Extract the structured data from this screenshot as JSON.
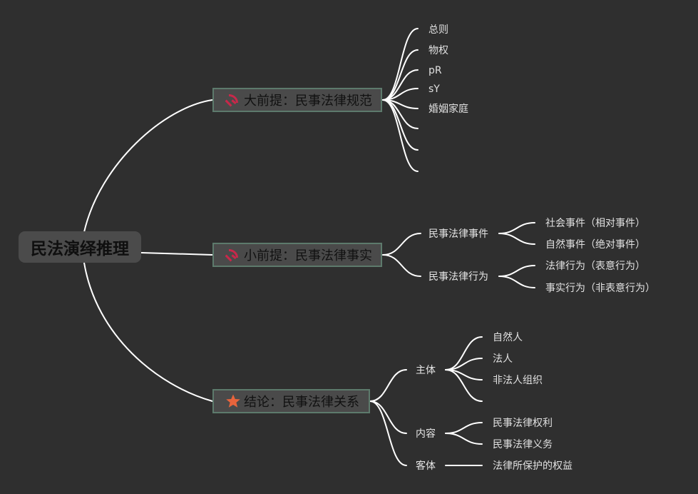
{
  "root": {
    "label": "民法演绎推理"
  },
  "branches": [
    {
      "label": "大前提：民事法律规范",
      "icon": "hammer-sickle-icon",
      "children": [
        "总则",
        "物权",
        "pR",
        "sY",
        "婚姻家庭",
        "",
        "",
        ""
      ]
    },
    {
      "label": "小前提：民事法律事实",
      "icon": "hammer-sickle-icon",
      "children": [
        {
          "label": "民事法律事件",
          "children": [
            "社会事件（相对事件）",
            "自然事件（绝对事件）"
          ]
        },
        {
          "label": "民事法律行为",
          "children": [
            "法律行为（表意行为）",
            "事实行为（非表意行为）"
          ]
        }
      ]
    },
    {
      "label": "结论：民事法律关系",
      "icon": "star-icon",
      "children": [
        {
          "label": "主体",
          "children": [
            "自然人",
            "法人",
            "非法人组织",
            ""
          ]
        },
        {
          "label": "内容",
          "children": [
            "民事法律权利",
            "民事法律义务"
          ]
        },
        {
          "label": "客体",
          "children": [
            "法律所保护的权益"
          ]
        }
      ]
    }
  ],
  "colors": {
    "background": "#2f2f2f",
    "lines": "#ffffff",
    "node_fill": "#4a4a4a",
    "node_border": "#5d7a6c",
    "hammer_sickle": "#c8284a",
    "star": "#e8643c"
  }
}
